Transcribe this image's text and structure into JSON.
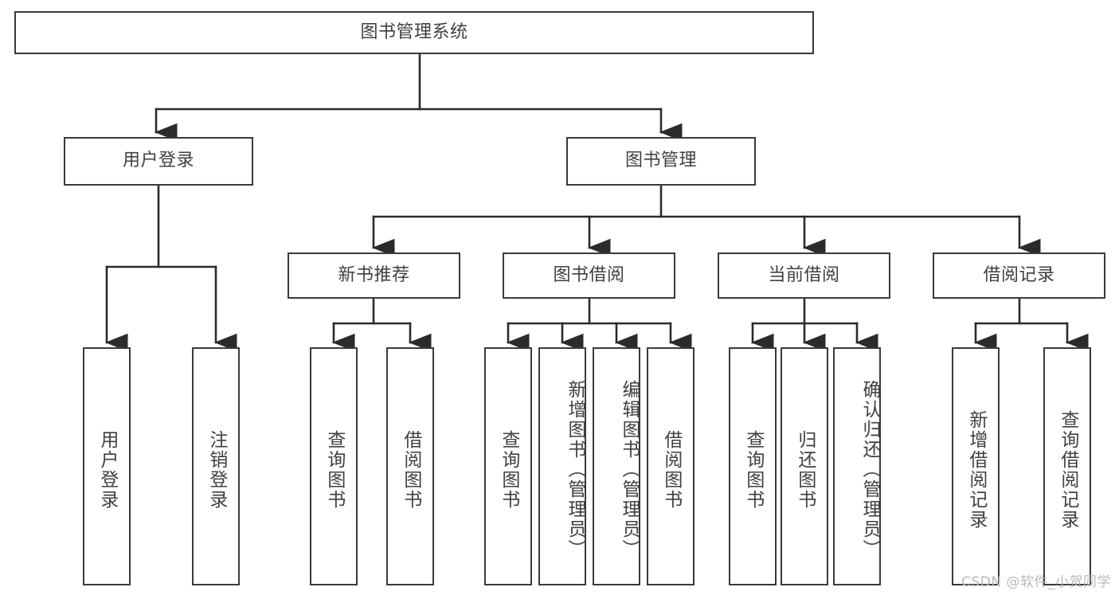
{
  "diagram": {
    "title": "图书管理系统",
    "type": "tree-hierarchy-chart",
    "background_color": "#ffffff",
    "box_border_color": "#3a3a3a",
    "box_fill_color": "#ffffff",
    "text_color": "#404040",
    "connector_color": "#2b2b2b"
  },
  "nodes": {
    "root": {
      "label": "图书管理系统"
    },
    "level2": [
      {
        "label": "用户登录"
      },
      {
        "label": "图书管理"
      }
    ],
    "level3": [
      {
        "label": "新书推荐"
      },
      {
        "label": "图书借阅"
      },
      {
        "label": "当前借阅"
      },
      {
        "label": "借阅记录"
      }
    ],
    "leaves": {
      "user_login": [
        {
          "label": "用户登录"
        },
        {
          "label": "注销登录"
        }
      ],
      "new_book_recommend": [
        {
          "label": "查询图书"
        },
        {
          "label": "借阅图书"
        }
      ],
      "book_borrow": [
        {
          "label": "查询图书"
        },
        {
          "label": "新增图书（管理员）"
        },
        {
          "label": "编辑图书（管理员）"
        },
        {
          "label": "借阅图书"
        }
      ],
      "current_borrow": [
        {
          "label": "查询图书"
        },
        {
          "label": "归还图书"
        },
        {
          "label": "确认归还（管理员）"
        }
      ],
      "borrow_record": [
        {
          "label": "新增借阅记录"
        },
        {
          "label": "查询借阅记录"
        }
      ]
    }
  },
  "watermark": {
    "text": "CSDN @软件_小贺同学"
  }
}
